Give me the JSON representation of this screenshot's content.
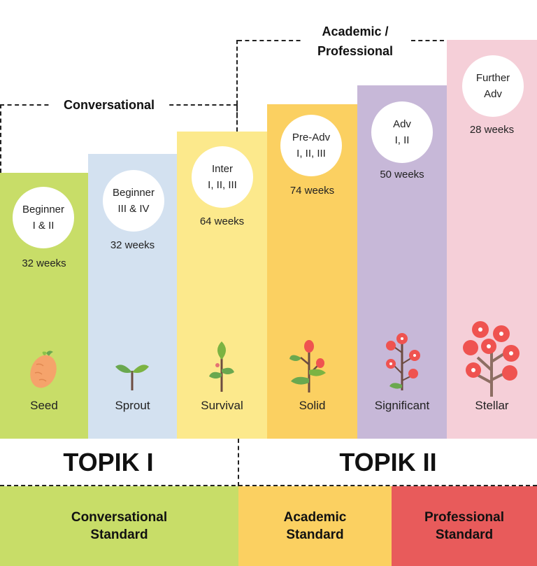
{
  "groups": {
    "conversational": "Conversational",
    "academic_professional": "Academic /\nProfessional"
  },
  "levels": [
    {
      "circle": "Beginner\nI & II",
      "weeks": "32 weeks",
      "stage": "Seed",
      "color": "#c8dd68",
      "icon": "sweet-potato-icon"
    },
    {
      "circle": "Beginner\nIII & IV",
      "weeks": "32 weeks",
      "stage": "Sprout",
      "color": "#d3e1f0",
      "icon": "sprout-icon"
    },
    {
      "circle": "Inter\nI, II, III",
      "weeks": "64 weeks",
      "stage": "Survival",
      "color": "#fce98c",
      "icon": "seedling-icon"
    },
    {
      "circle": "Pre-Adv\nI, II, III",
      "weeks": "74 weeks",
      "stage": "Solid",
      "color": "#fbd061",
      "icon": "budding-plant-icon"
    },
    {
      "circle": "Adv\nI, II",
      "weeks": "50 weeks",
      "stage": "Significant",
      "color": "#c7b8d8",
      "icon": "flowering-branch-icon"
    },
    {
      "circle": "Further\nAdv",
      "weeks": "28 weeks",
      "stage": "Stellar",
      "color": "#f5cfd8",
      "icon": "blossom-tree-icon"
    }
  ],
  "topik": {
    "one": "TOPIK I",
    "two": "TOPIK II"
  },
  "standards": [
    {
      "label": "Conversational\nStandard",
      "color": "#c8dd68"
    },
    {
      "label": "Academic\nStandard",
      "color": "#fbd061"
    },
    {
      "label": "Professional\nStandard",
      "color": "#e85b5b"
    }
  ]
}
